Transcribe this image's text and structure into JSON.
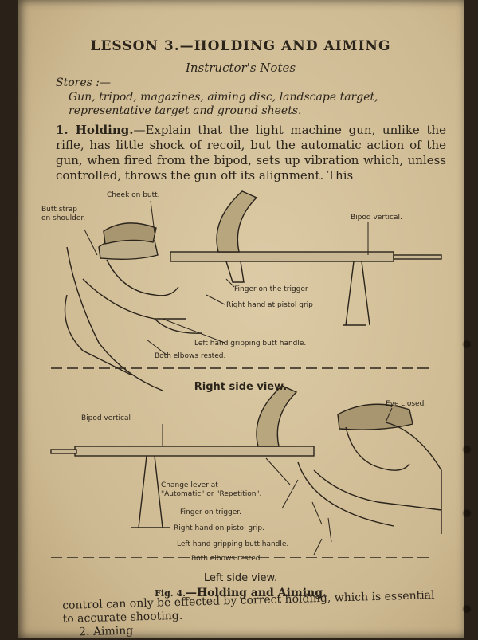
{
  "lesson_title": "LESSON 3.—HOLDING AND AIMING",
  "subtitle": "Instructor's Notes",
  "stores_label": "Stores :—",
  "stores_text": "Gun, tripod, magazines, aiming disc, landscape target, representative target and ground sheets.",
  "para1_heading": "1. Holding.",
  "para1_text": "—Explain that the light machine gun, unlike the rifle, has little shock of recoil, but the automatic action of the gun, when fired from the bipod, sets up vibration which, unless controlled, throws the gun off its alignment. This",
  "figure_top": {
    "labels": {
      "cheek": "Cheek on butt.",
      "butt_strap": "Butt strap\non shoulder.",
      "bipod": "Bipod vertical.",
      "finger": "Finger on the trigger",
      "right_hand": "Right hand at pistol grip",
      "left_hand": "Left hand gripping butt handle.",
      "elbows": "Both elbows rested."
    },
    "caption": "Right side view."
  },
  "figure_bottom": {
    "labels": {
      "bipod": "Bipod vertical",
      "eye": "Eye closed.",
      "change_lever": "Change lever at\n\"Automatic\" or \"Repetition\".",
      "finger": "Finger on trigger.",
      "right_hand": "Right hand on pistol grip.",
      "left_hand": "Left hand gripping butt handle.",
      "elbows": "Both elbows rested."
    },
    "caption": "Left side view."
  },
  "fig_caption_prefix": "Fig. 4.",
  "fig_caption_text": "—Holding and Aiming.",
  "bottom_text_1": "control can only be effected by correct holding, which is essential to accurate shooting.",
  "bottom_text_2": "2. Aiming"
}
